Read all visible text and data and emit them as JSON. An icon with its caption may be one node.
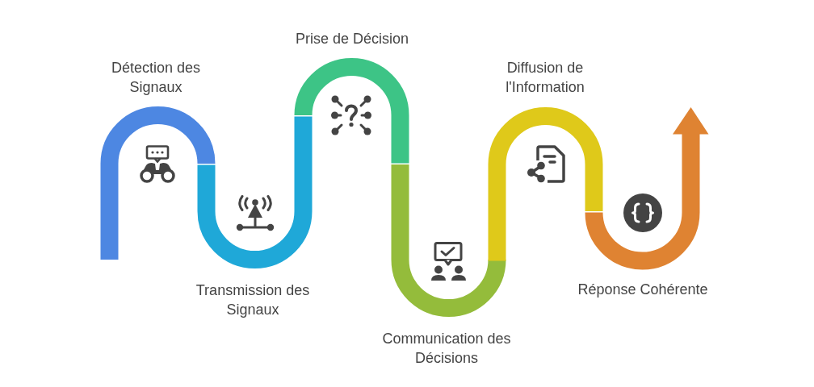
{
  "diagram": {
    "nodes": [
      {
        "text": [],
        "shape": "arc",
        "beside": [
          "Détection des Signaux"
        ]
      },
      {
        "text": [],
        "shape": "arc",
        "beside": [
          "Transmission des Signaux"
        ]
      },
      {
        "text": [],
        "shape": "arc",
        "beside": [
          "Prise de Décision"
        ]
      },
      {
        "text": [],
        "shape": "arc",
        "beside": [
          "Communication des Décisions"
        ]
      },
      {
        "text": [],
        "shape": "arc",
        "beside": [
          "Diffusion de l'Information"
        ]
      },
      {
        "text": [],
        "shape": "arrow",
        "beside": [
          "Réponse Cohérente"
        ]
      }
    ]
  }
}
